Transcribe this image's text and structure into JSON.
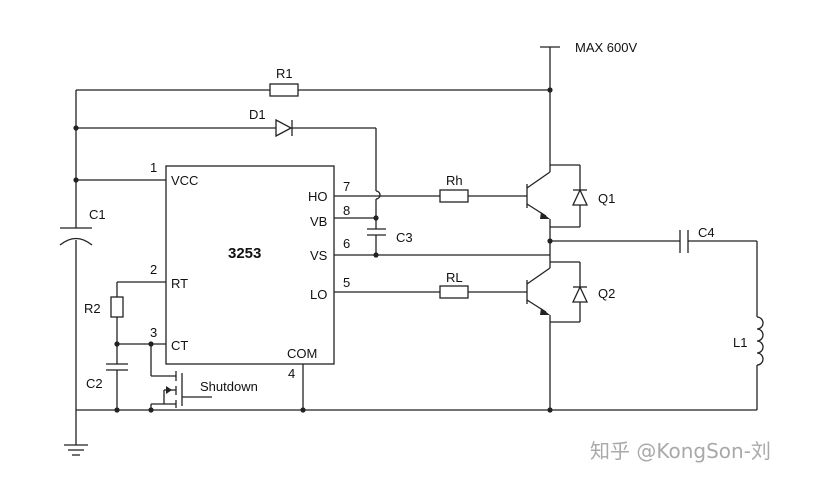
{
  "ic": {
    "name": "3253",
    "pins": {
      "vcc": {
        "num": "1",
        "label": "VCC"
      },
      "rt": {
        "num": "2",
        "label": "RT"
      },
      "ct": {
        "num": "3",
        "label": "CT"
      },
      "com": {
        "num": "4",
        "label": "COM"
      },
      "lo": {
        "num": "5",
        "label": "LO"
      },
      "vs": {
        "num": "6",
        "label": "VS"
      },
      "ho": {
        "num": "7",
        "label": "HO"
      },
      "vb": {
        "num": "8",
        "label": "VB"
      }
    }
  },
  "components": {
    "r1": "R1",
    "d1": "D1",
    "c1": "C1",
    "c2": "C2",
    "r2": "R2",
    "c3": "C3",
    "c4": "C4",
    "l1": "L1",
    "rh": "Rh",
    "rl": "RL",
    "q1": "Q1",
    "q2": "Q2"
  },
  "supply_label": "MAX 600V",
  "shutdown_label": "Shutdown",
  "watermark": "知乎 @KongSon-刘"
}
